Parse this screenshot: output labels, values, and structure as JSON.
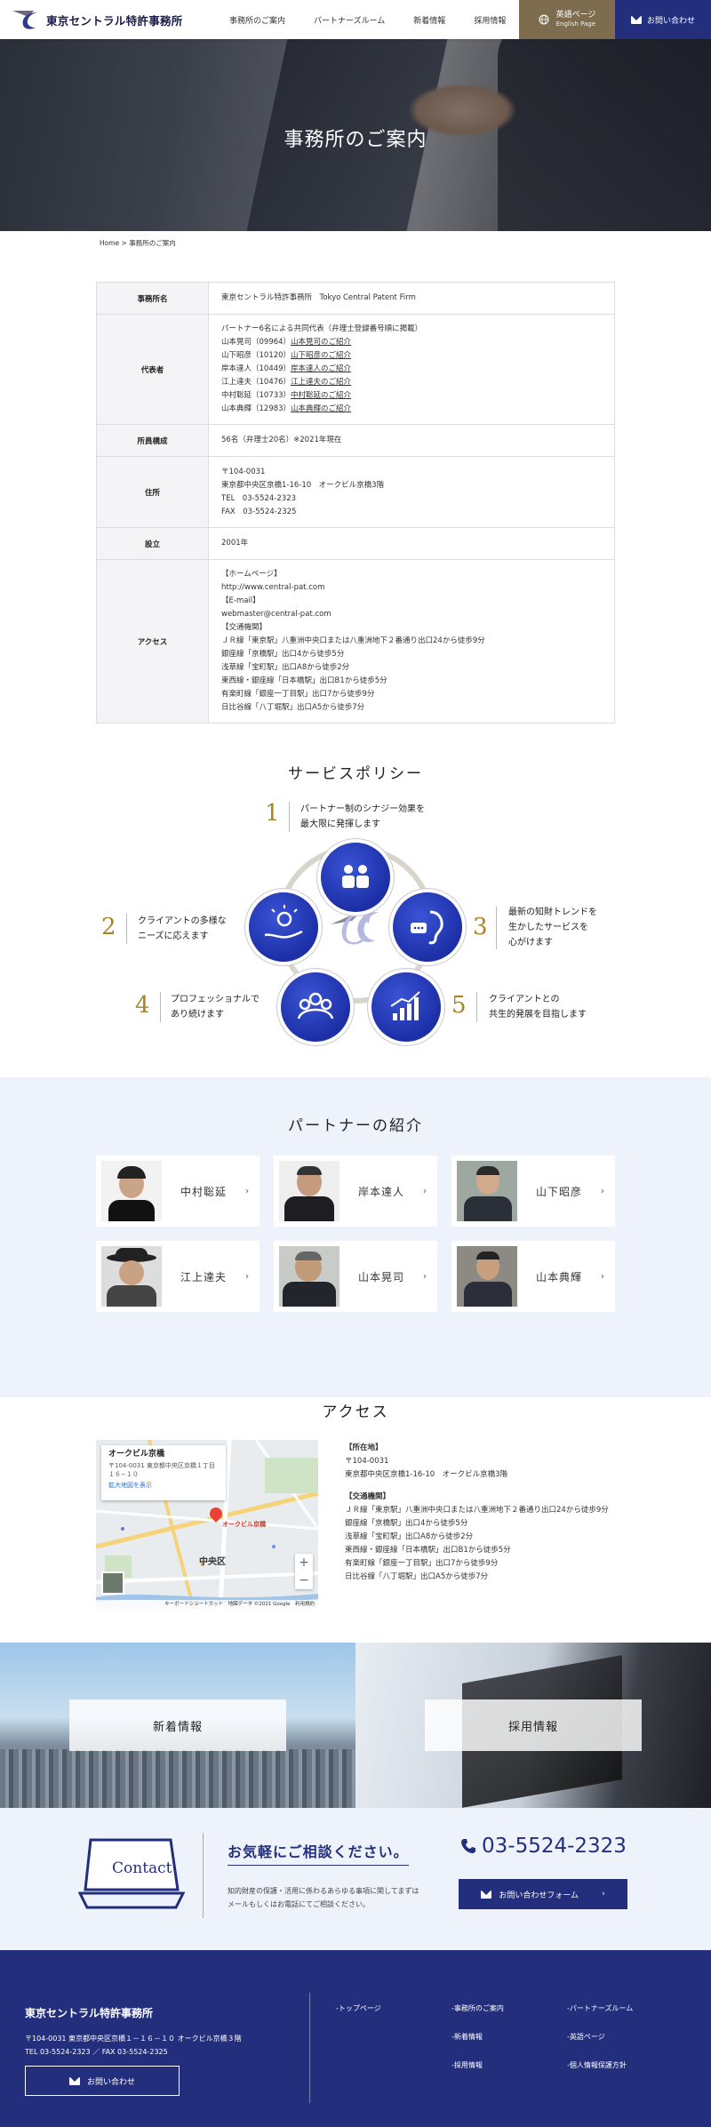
{
  "header": {
    "logo_text": "東京セントラル特許事務所",
    "nav": [
      "事務所のご案内",
      "パートナーズルーム",
      "新着情報",
      "採用情報"
    ],
    "english_btn": "英語ページ",
    "english_btn_sub": "English Page",
    "contact_btn": "お問い合わせ"
  },
  "hero": {
    "title": "事務所のご案内"
  },
  "breadcrumb": "Home > 事務所のご案内",
  "info": {
    "office_label": "事務所名",
    "office_value": "東京セントラル特許事務所　Tokyo Central Patent Firm",
    "rep_label": "代表者",
    "rep_intro": "パートナー6名による共同代表（弁理士登録番号順に掲載）",
    "reps": [
      {
        "name": "山本晃司（09964）",
        "link": "山本晃司のご紹介"
      },
      {
        "name": "山下昭彦（10120）",
        "link": "山下昭彦のご紹介"
      },
      {
        "name": "岸本達人（10449）",
        "link": "岸本達人のご紹介"
      },
      {
        "name": "江上達夫（10476）",
        "link": "江上達夫のご紹介"
      },
      {
        "name": "中村聡延（10733）",
        "link": "中村聡延のご紹介"
      },
      {
        "name": "山本典輝（12983）",
        "link": "山本典輝のご紹介"
      }
    ],
    "staff_label": "所員構成",
    "staff_value": "56名（弁理士20名）※2021年現在",
    "address_label": "住所",
    "address_lines": [
      "〒104-0031",
      "東京都中央区京橋1-16-10　オークビル京橋3階",
      "TEL　03-5524-2323",
      "FAX　03-5524-2325"
    ],
    "founded_label": "設立",
    "founded_value": "2001年",
    "access_label": "アクセス",
    "access_lines": [
      "【ホームページ】",
      "http://www.central-pat.com",
      "【E-mail】",
      "webmaster@central-pat.com",
      "【交通機関】",
      "ＪＲ線「東京駅」八重洲中央口または八重洲地下２番通り出口24から徒歩9分",
      "銀座線「京橋駅」出口4から徒歩5分",
      "浅草線「宝町駅」出口A8から徒歩2分",
      "東西線・銀座線「日本橋駅」出口B1から徒歩5分",
      "有楽町線「銀座一丁目駅」出口7から徒歩9分",
      "日比谷線「八丁堀駅」出口A5から徒歩7分"
    ]
  },
  "policy": {
    "title": "サービスポリシー",
    "items": [
      {
        "num": "1",
        "line1": "パートナー制のシナジー効果を",
        "line2": "最大限に発揮します"
      },
      {
        "num": "2",
        "line1": "クライアントの多様な",
        "line2": "ニーズに応えます"
      },
      {
        "num": "3",
        "line1": "最新の知財トレンドを",
        "line2": "生かしたサービスを",
        "line3": "心がけます"
      },
      {
        "num": "4",
        "line1": "プロフェッショナルで",
        "line2": "あり続けます"
      },
      {
        "num": "5",
        "line1": "クライアントとの",
        "line2": "共生的発展を目指します"
      }
    ]
  },
  "partners": {
    "title": "パートナーの紹介",
    "list": [
      "中村聡延",
      "岸本達人",
      "山下昭彦",
      "江上達夫",
      "山本晃司",
      "山本典輝"
    ]
  },
  "access": {
    "title": "アクセス",
    "map_place": "オークビル京橋",
    "map_addr1": "〒104-0031 東京都中央区京橋１丁目",
    "map_addr2": "１６−１０",
    "map_link": "拡大地図を表示",
    "map_area": "中央区",
    "map_pin_label": "オークビル京橋",
    "map_footer": "キーボードショートカット　地図データ ©2021 Google　利用規約",
    "loc_head": "【所在地】",
    "loc_lines": [
      "〒104-0031",
      "東京都中央区京橋1-16-10　オークビル京橋3階"
    ],
    "trans_head": "【交通機関】",
    "trans_lines": [
      "ＪＲ線「東京駅」八重洲中央口または八重洲地下２番通り出口24から徒歩9分",
      "銀座線「京橋駅」出口4から徒歩5分",
      "浅草線「宝町駅」出口A8から徒歩2分",
      "東西線・銀座線「日本橋駅」出口B1から徒歩5分",
      "有楽町線「銀座一丁目駅」出口7から徒歩9分",
      "日比谷線「八丁堀駅」出口A5から徒歩7分"
    ]
  },
  "banners": {
    "news": "新着情報",
    "recruit": "採用情報"
  },
  "contact": {
    "icon_text": "Contact",
    "heading": "お気軽にご相談ください。",
    "desc1": "知的財産の保護・活用に係わるあらゆる事項に関してまずは",
    "desc2": "メールもしくはお電話にてご相談ください。",
    "phone": "03-5524-2323",
    "form_btn": "お問い合わせフォーム"
  },
  "footer": {
    "name": "東京セントラル特許事務所",
    "addr": "〒104-0031 東京都中央区京橋１－１６－１０ オークビル京橋３階",
    "tel": "TEL 03-5524-2323 ／ FAX 03-5524-2325",
    "contact_btn": "お問い合わせ",
    "links": [
      "-トップページ",
      "-事務所のご案内",
      "-パートナーズルーム",
      "-新着情報",
      "-英語ページ",
      "-採用情報",
      "-個人情報保護方針"
    ]
  },
  "colors": {
    "navy": "#232f7c",
    "gold": "#a88424",
    "brown": "#7d6d4e",
    "pale": "#eef3fb"
  }
}
